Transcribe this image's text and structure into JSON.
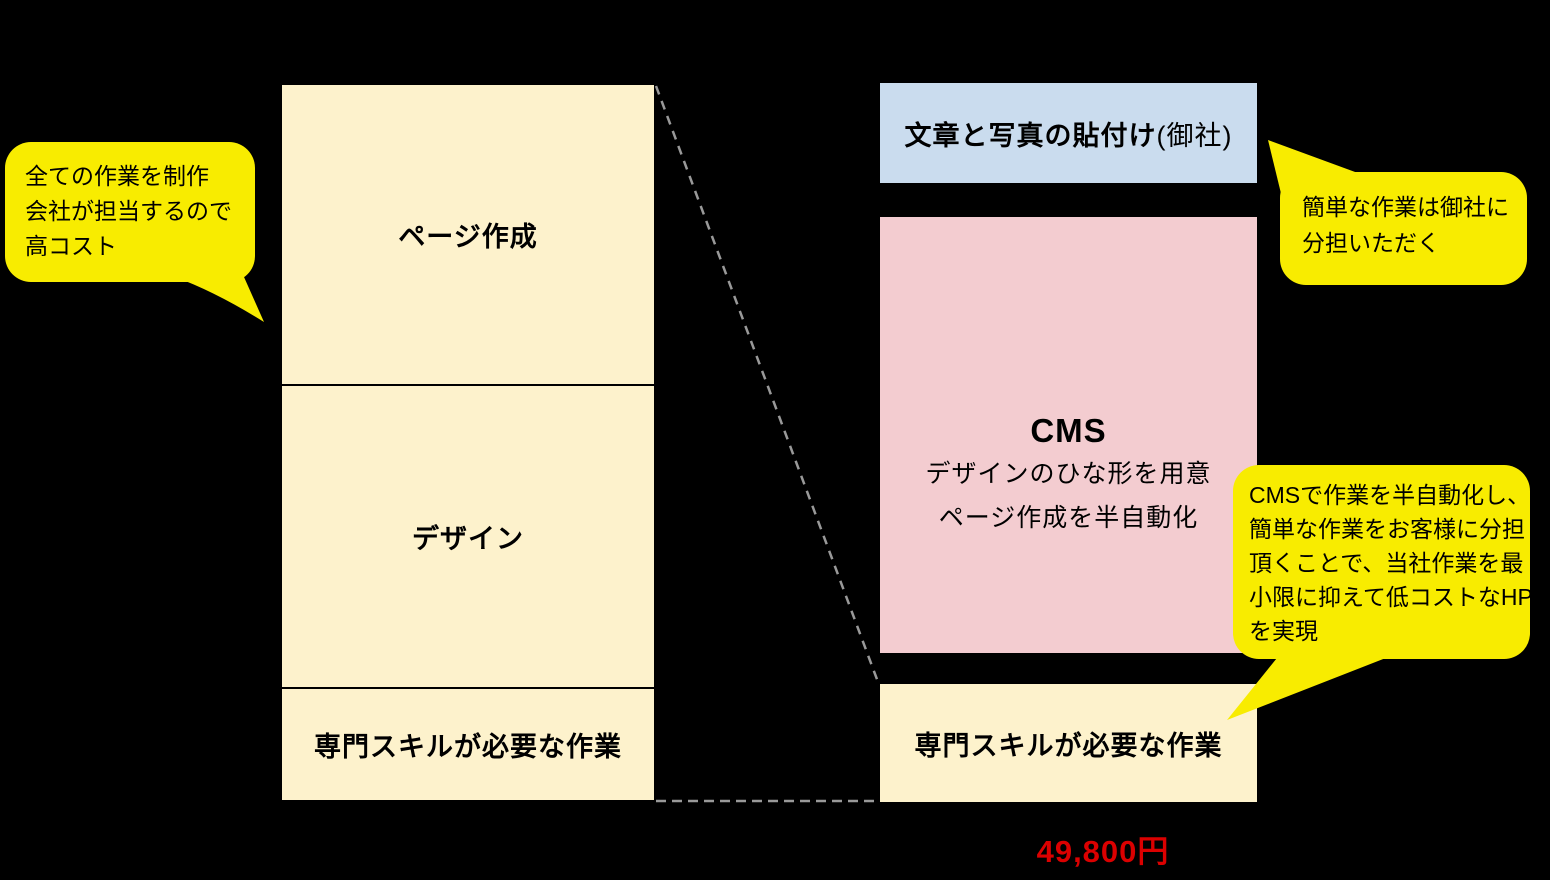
{
  "colors": {
    "background": "#000000",
    "stack_cream": "#FDF2CC",
    "paste_blue": "#CADCEE",
    "cms_pink": "#F3CCD0",
    "bubble_yellow": "#F8EC00",
    "price_red": "#DB0000",
    "dash_gray": "#999999"
  },
  "left_stack": {
    "sections": [
      {
        "label": "ページ作成"
      },
      {
        "label": "デザイン"
      },
      {
        "label": "専門スキルが必要な作業"
      }
    ]
  },
  "left_bubble": {
    "lines": [
      "全ての作業を制作",
      "会社が担当するので",
      "高コスト"
    ]
  },
  "right_stack": {
    "paste_box": {
      "label_bold": "文章と写真の貼付け",
      "label_normal": "(御社)"
    },
    "cms_box": {
      "title": "CMS",
      "lines": [
        "デザインのひな形を用意",
        "ページ作成を半自動化"
      ]
    },
    "skill_box": {
      "label": "専門スキルが必要な作業"
    }
  },
  "top_right_bubble": {
    "lines": [
      "簡単な作業は御社に",
      "分担いただく"
    ]
  },
  "bottom_right_bubble": {
    "lines": [
      "CMSで作業を半自動化し、",
      "簡単な作業をお客様に分担",
      "頂くことで、当社作業を最",
      "小限に抑えて低コストなHP",
      "を実現"
    ]
  },
  "price": {
    "label": "49,800円"
  }
}
